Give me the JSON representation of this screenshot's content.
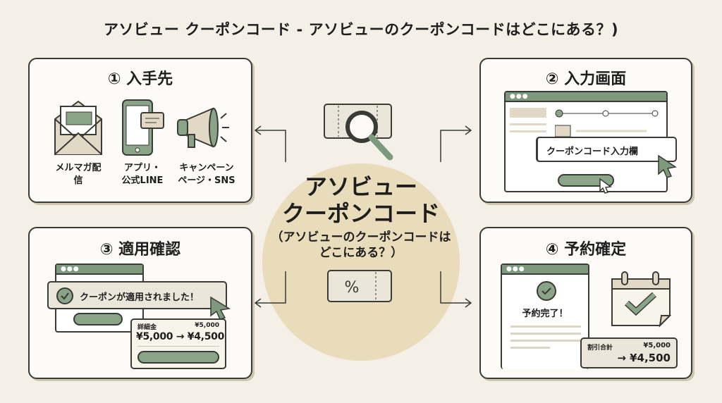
{
  "title": "アソビュー クーポンコード - アソビューのクーポンコードはどこにある？)",
  "center": {
    "line1": "アソビュー",
    "line2": "クーポンコード",
    "sub1": "（アソビューのクーポンコードは",
    "sub2": "どこにある？）"
  },
  "step1": {
    "heading": "① 入手先",
    "items": [
      {
        "label1": "メルマガ配",
        "label2": "信"
      },
      {
        "label1": "アプリ・",
        "label2": "公式LINE"
      },
      {
        "label1": "キャンペーン",
        "label2": "ページ・SNS"
      }
    ]
  },
  "step2": {
    "heading": "② 入力画面",
    "input_label": "クーポンコード入力欄"
  },
  "step3": {
    "heading": "③ 適用確認",
    "toast": "クーポンが適用されました！",
    "price_label": "詳細金",
    "price_orig": "¥5,000",
    "price_change": "¥5,000 → ¥4,500"
  },
  "step4": {
    "heading": "④ 予約確定",
    "done": "予約完了！",
    "total_label": "割引合計",
    "total_orig": "¥5,000",
    "total_new": "→ ¥4,500"
  },
  "colors": {
    "accent": "#7e9a7c",
    "bg": "#f4f0e7",
    "blob": "#e9dcbb"
  }
}
